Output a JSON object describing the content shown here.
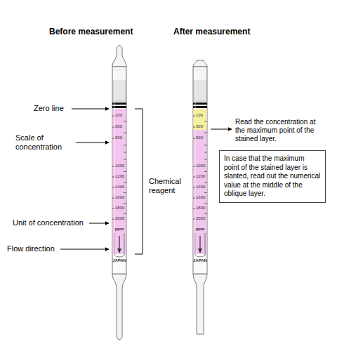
{
  "diagram": {
    "nodes": [
      {
        "text": [
          "In case that the maximum point of the stained layer is slanted, read out the numerical value at the middle of the oblique layer."
        ]
      }
    ],
    "labels": [
      "Before measurement",
      "After measurement",
      "Zero line",
      "Scale of concentration",
      "Unit of concentration",
      "Flow direction",
      "Chemical reagent",
      "Read the concentration at the maximum point of the stained layer.",
      "100",
      "300",
      "500",
      "1000",
      "1200",
      "1400",
      "1600",
      "1800",
      "2000",
      "ppm",
      "JAPAN",
      "100",
      "300",
      "500",
      "1000",
      "1200",
      "1400",
      "1600",
      "1800",
      "2000",
      "ppm",
      "JAPAN"
    ]
  }
}
